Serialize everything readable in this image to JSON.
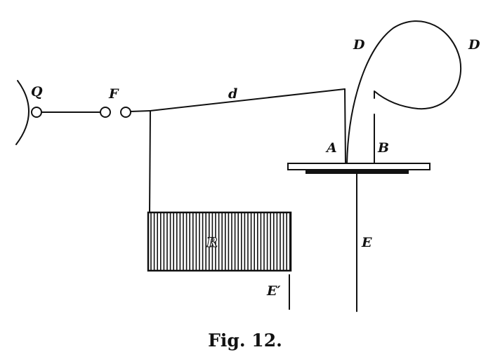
{
  "figure": {
    "caption": "Fig. 12.",
    "labels": {
      "Q": "Q",
      "F": "F",
      "d": "d",
      "D1": "D",
      "D2": "D",
      "A": "A",
      "B": "B",
      "R": "R",
      "E": "E",
      "E_prime": "E′"
    }
  }
}
